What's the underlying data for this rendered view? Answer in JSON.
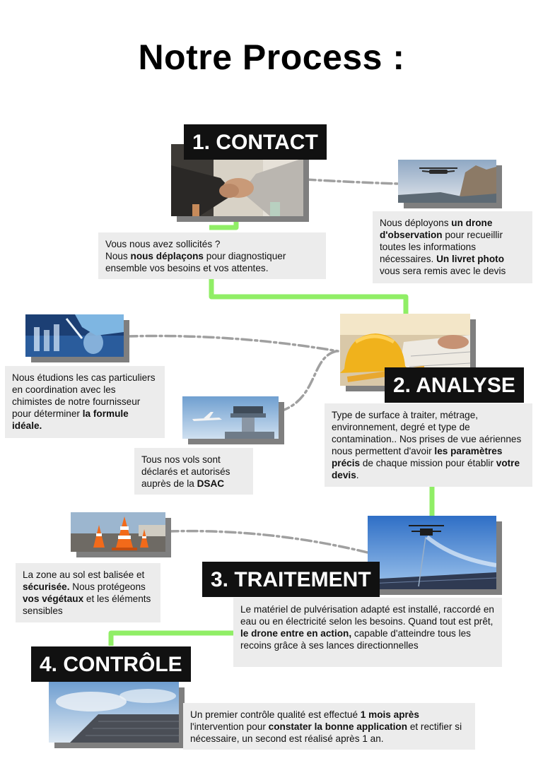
{
  "title": "Notre Process :",
  "steps": {
    "contact": {
      "label": "1. CONTACT",
      "text": [
        {
          "t": "Vous nous avez sollicités ?",
          "b": false,
          "br": true
        },
        {
          "t": "Nous ",
          "b": false
        },
        {
          "t": "nous déplaçons",
          "b": true
        },
        {
          "t": " pour diagnostiquer ensemble vos besoins et vos attentes.",
          "b": false
        }
      ],
      "drone_text": [
        {
          "t": "Nous déployons ",
          "b": false
        },
        {
          "t": "un drone d'observation",
          "b": true
        },
        {
          "t": " pour recueillir toutes les informations nécessaires. ",
          "b": false
        },
        {
          "t": "Un livret photo",
          "b": true
        },
        {
          "t": " vous sera remis avec le devis",
          "b": false
        }
      ]
    },
    "analyse": {
      "label": "2. ANALYSE",
      "text": [
        {
          "t": "Type de surface à traiter, métrage, environnement, degré et type de contamination.. Nos prises de vue aériennes nous permettent d'avoir ",
          "b": false
        },
        {
          "t": "les paramètres précis",
          "b": true
        },
        {
          "t": " de chaque mission pour établir ",
          "b": false
        },
        {
          "t": "votre devis",
          "b": true
        },
        {
          "t": ".",
          "b": false
        }
      ],
      "lab_text": [
        {
          "t": "Nous étudions les cas particuliers en coordination avec les chimistes de notre fournisseur pour déterminer ",
          "b": false
        },
        {
          "t": "la formule idéale.",
          "b": true
        }
      ],
      "dsac_text": [
        {
          "t": "Tous nos vols sont déclarés et autorisés auprès de la ",
          "b": false
        },
        {
          "t": "DSAC",
          "b": true
        }
      ]
    },
    "traitement": {
      "label": "3. TRAITEMENT",
      "text": [
        {
          "t": "Le matériel de pulvérisation adapté est installé, raccordé en eau ou en électricité selon les besoins. Quand tout est prêt, ",
          "b": false
        },
        {
          "t": "le drone entre en action,",
          "b": true
        },
        {
          "t": " capable d'atteindre tous les recoins grâce à ses lances directionnelles",
          "b": false
        }
      ],
      "zone_text": [
        {
          "t": "La zone au sol est balisée et ",
          "b": false
        },
        {
          "t": "sécurisée.",
          "b": true
        },
        {
          "t": " Nous protégeons ",
          "b": false
        },
        {
          "t": "vos végétaux",
          "b": true
        },
        {
          "t": " et les éléments sensibles",
          "b": false
        }
      ]
    },
    "controle": {
      "label": "4. CONTRÔLE",
      "text": [
        {
          "t": "Un premier contrôle qualité est effectué ",
          "b": false
        },
        {
          "t": "1 mois après",
          "b": true
        },
        {
          "t": " l'intervention pour ",
          "b": false
        },
        {
          "t": "constater la bonne application",
          "b": true
        },
        {
          "t": " et rectifier si nécessaire, un second est réalisé après 1 an.",
          "b": false
        }
      ]
    }
  },
  "colors": {
    "accent_green": "#90ee66",
    "dash_gray": "#a0a0a0",
    "label_bg": "#111111",
    "box_bg": "#ececec",
    "shadow": "#7f7f7f"
  }
}
